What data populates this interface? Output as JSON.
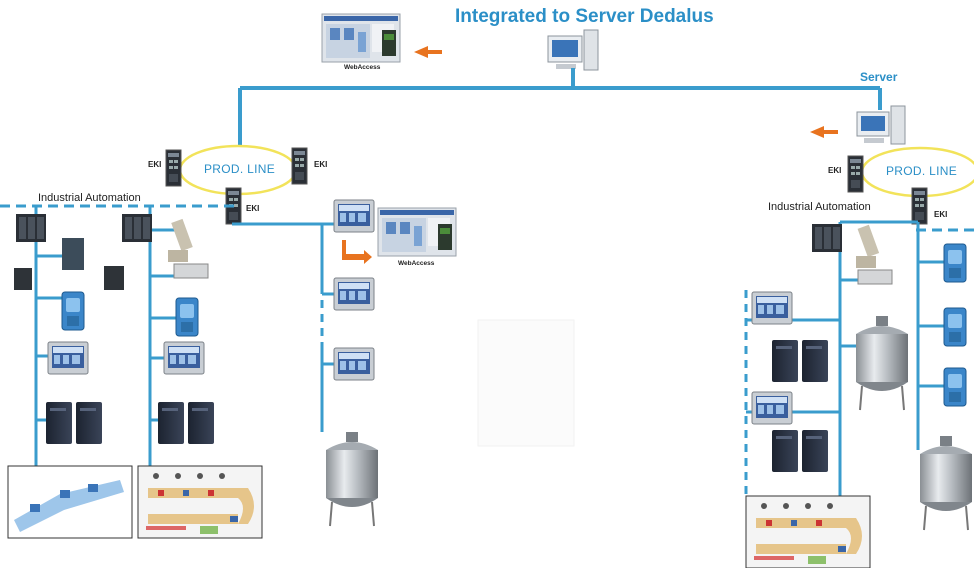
{
  "title": "Integrated to Server Dedalus",
  "server_label": "Server",
  "prod_line_left": "PROD. LINE",
  "prod_line_right": "PROD. LINE",
  "eki": "EKI",
  "industrial_automation_left": "Industrial Automation",
  "industrial_automation_right": "Industrial Automation",
  "webaccess_top": "WebAccess",
  "webaccess_mid": "WebAccess",
  "colors": {
    "network_line": "#3a9ccd",
    "title": "#2b8fc7",
    "ring": "#f2e35a",
    "arrow": "#e8731f"
  }
}
